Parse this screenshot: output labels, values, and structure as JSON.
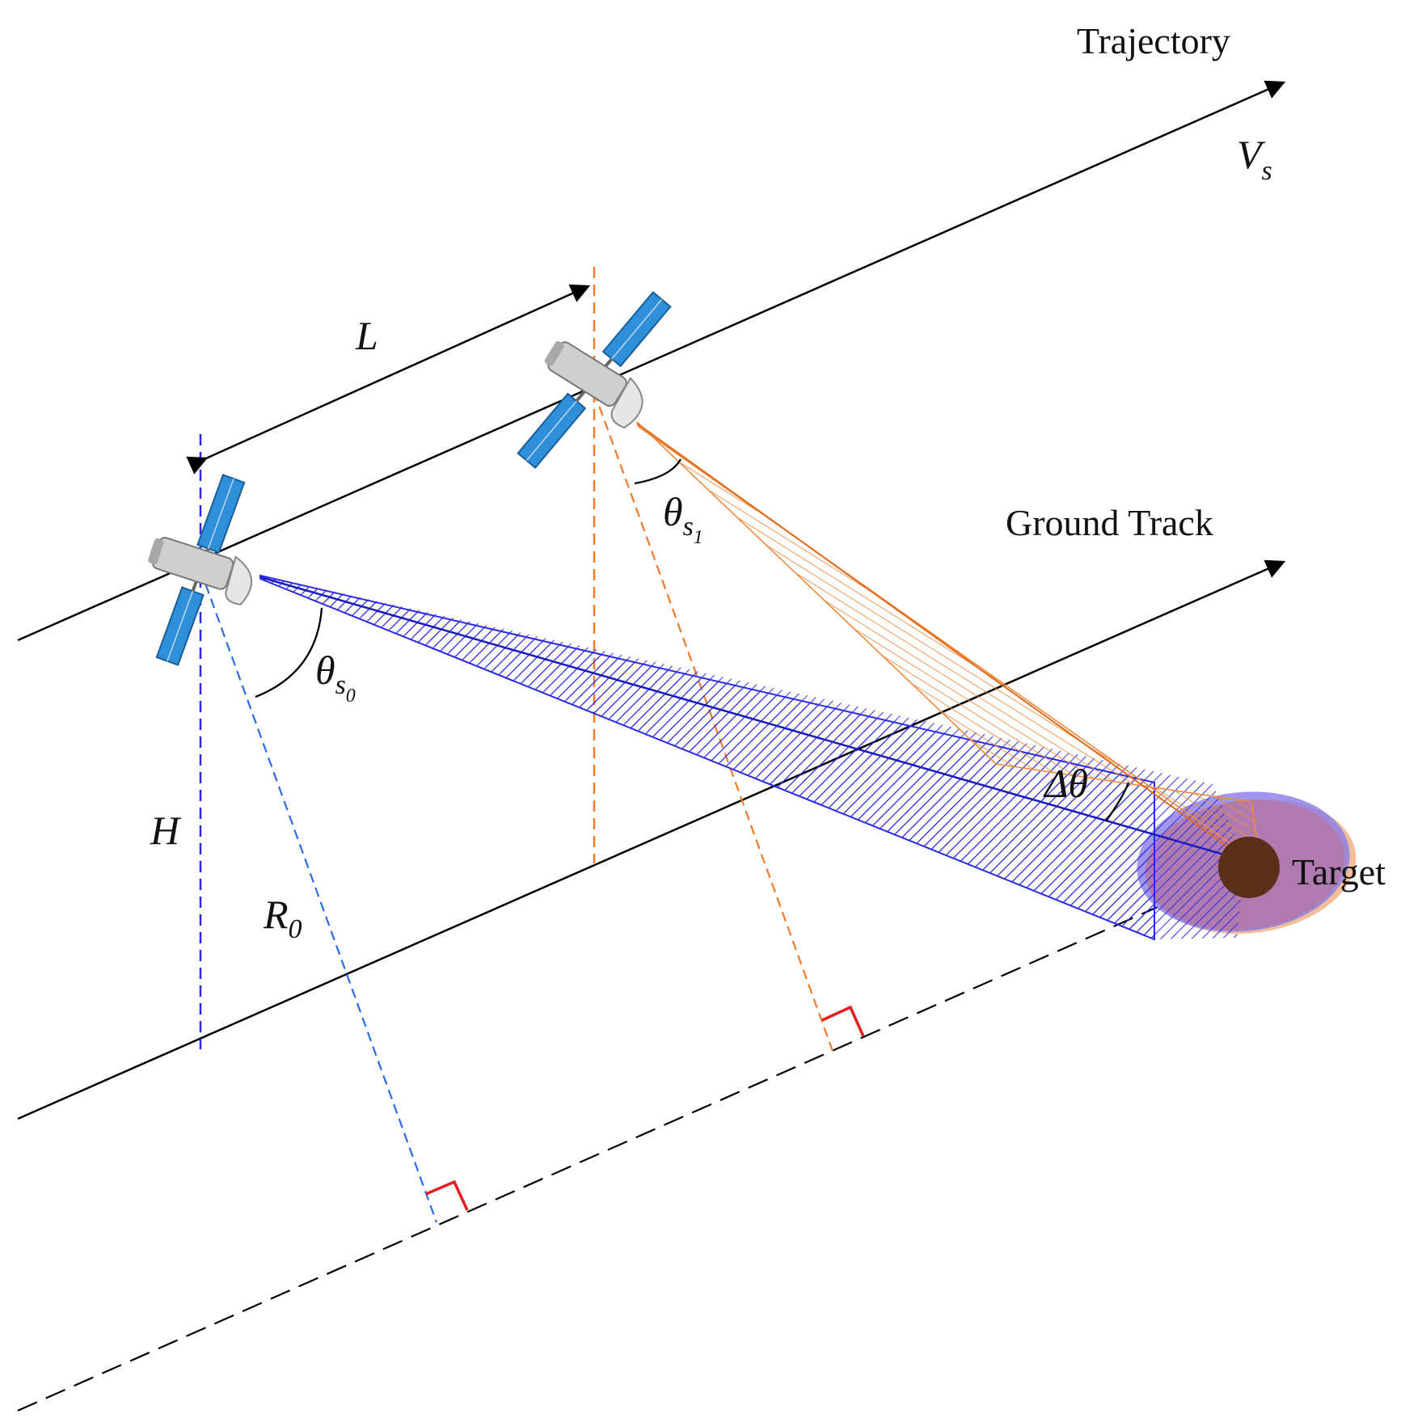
{
  "labels": {
    "trajectory": "Trajectory",
    "velocity": "V",
    "velocity_sub": "s",
    "ground_track": "Ground Track",
    "length": "L",
    "height": "H",
    "range": "R",
    "range_sub": "0",
    "theta": "θ",
    "theta0_sub": "s",
    "theta0_subsub": "0",
    "theta1_sub": "s",
    "theta1_subsub": "1",
    "delta_theta": "Δθ",
    "target": "Target"
  },
  "colors": {
    "line": "#000000",
    "beam_blue": "#2a2ae6",
    "beam_orange": "#f08a3c",
    "nadir_blue": "#2a2ae6",
    "nadir_orange": "#f07a2a",
    "right_angle": "#e61e1e",
    "footprint_fill": "#b07aa8",
    "target_dot": "#5a3018",
    "solar_panel": "#2f8fd8",
    "sat_body": "#c8c8c8"
  },
  "icons": {
    "satellite": "satellite-icon",
    "target": "target-dot"
  }
}
